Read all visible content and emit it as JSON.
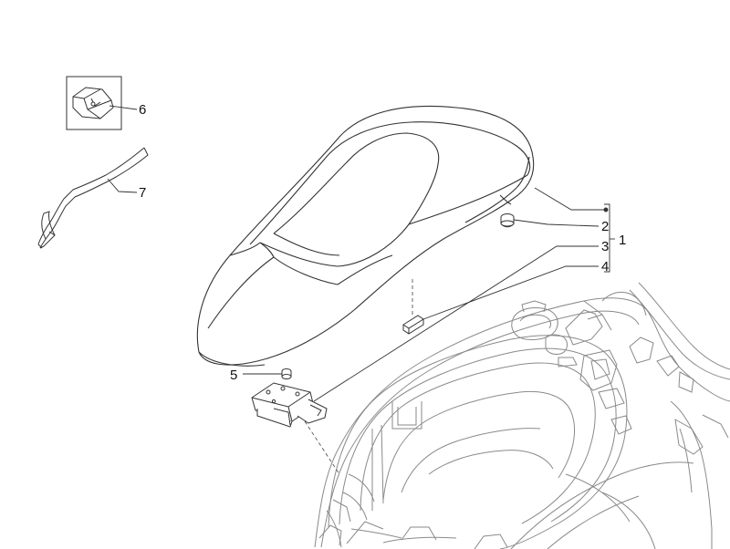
{
  "diagram": {
    "callouts": {
      "c1": "1",
      "c2": "2",
      "c3": "3",
      "c4": "4",
      "c5": "5",
      "c6": "6",
      "c7": "7"
    }
  },
  "colors": {
    "line": "#333333",
    "light_line": "#8a8a8a",
    "text": "#111111"
  }
}
